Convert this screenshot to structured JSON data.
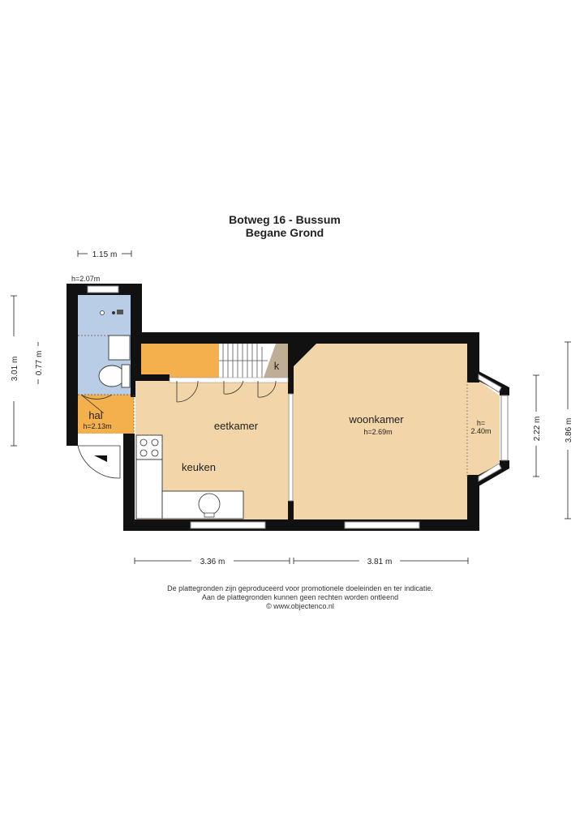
{
  "title": {
    "line1": "Botweg 16 - Bussum",
    "line2": "Begane Grond"
  },
  "rooms": {
    "woonkamer": {
      "label": "woonkamer",
      "height": "h=2.69m"
    },
    "bay": {
      "height_a": "h=",
      "height_b": "2.40m"
    },
    "eetkamer": {
      "label": "eetkamer"
    },
    "keuken": {
      "label": "keuken"
    },
    "hal": {
      "label": "hal",
      "height": "h=2.13m"
    },
    "toilet": {
      "height": "h=2.07m"
    },
    "kast": {
      "label": "k"
    }
  },
  "dimensions": {
    "top_width": "1.15 m",
    "left_height": "3.01 m",
    "left_small": "0.77 m",
    "bottom_left": "3.36 m",
    "bottom_right": "3.81 m",
    "right_small": "2.22 m",
    "right_total": "3.86 m"
  },
  "footer": {
    "line1": "De plattegronden zijn geproduceerd voor promotionele doeleinden en ter indicatie.",
    "line2": "Aan de plattegronden kunnen geen rechten worden ontleend",
    "line3": "© www.objectenco.nl"
  },
  "colors": {
    "woonkamer": "#f2d5a8",
    "eetkamer": "#f2d5a8",
    "hal": "#f4b04d",
    "toilet": "#b9cde6",
    "kast": "#bfae96",
    "wall": "#111111"
  }
}
